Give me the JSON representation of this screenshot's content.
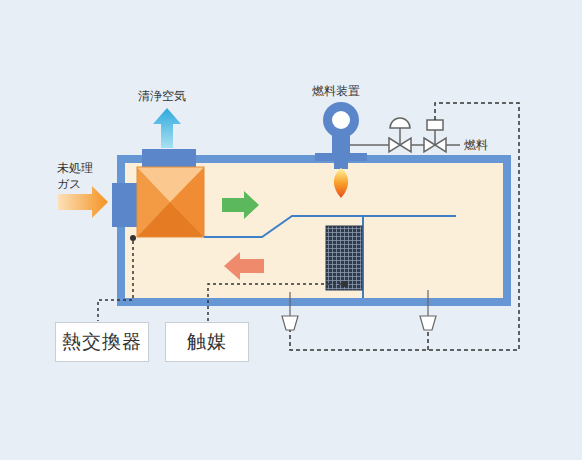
{
  "diagram": {
    "nodes": [
      {
        "text": [
          "熱交換器"
        ]
      },
      {
        "text": [
          "触媒"
        ]
      }
    ],
    "labels": [
      "未処理 ガス",
      "清浄空気",
      "燃料装置",
      "燃料"
    ]
  }
}
